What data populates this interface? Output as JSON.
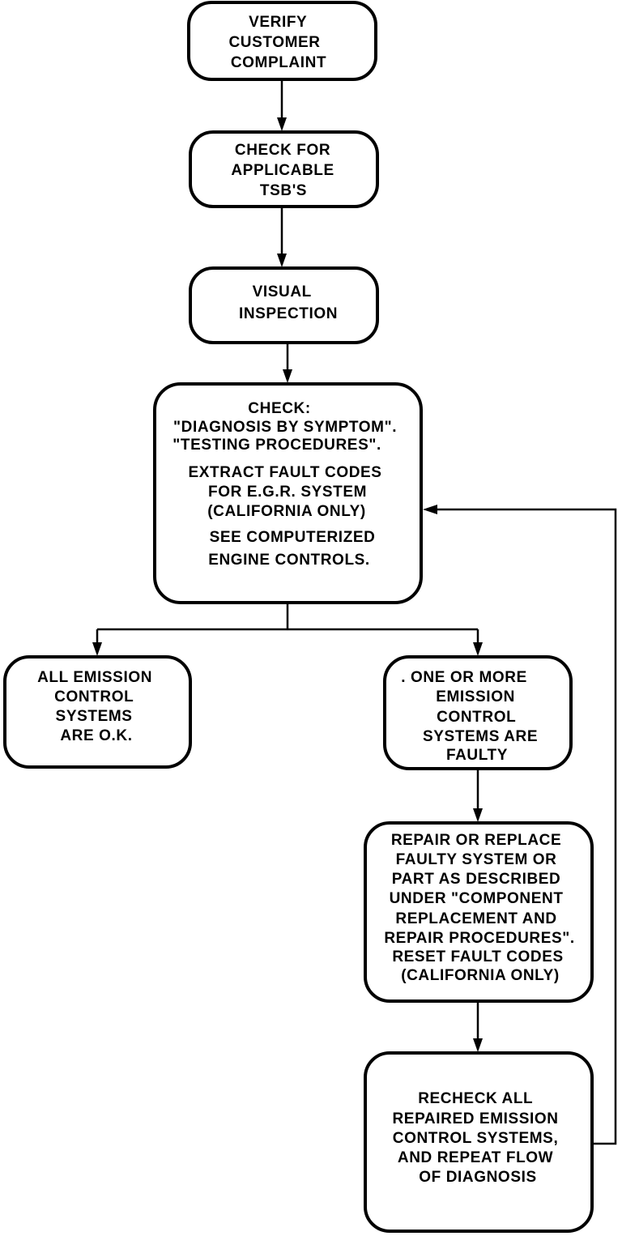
{
  "nodes": {
    "verify_complaint": [
      "VERIFY",
      "CUSTOMER",
      "COMPLAINT"
    ],
    "check_tsbs": [
      "CHECK  FOR",
      "APPLICABLE",
      "TSB'S"
    ],
    "visual_inspection": [
      "VISUAL",
      "INSPECTION"
    ],
    "check_procedures": [
      "CHECK:",
      "\"DIAGNOSIS  BY  SYMPTOM\".",
      "\"TESTING  PROCEDURES\".",
      "EXTRACT  FAULT  CODES",
      "FOR  E.G.R.  SYSTEM",
      "(CALIFORNIA  ONLY)",
      "SEE  COMPUTERIZED",
      "ENGINE  CONTROLS."
    ],
    "systems_ok": [
      "ALL  EMISSION",
      "CONTROL",
      "SYSTEMS",
      "ARE  O.K."
    ],
    "systems_faulty": [
      ".  ONE  OR  MORE",
      "EMISSION",
      "CONTROL",
      "SYSTEMS  ARE",
      "FAULTY"
    ],
    "repair_replace": [
      "REPAIR  OR  REPLACE",
      "FAULTY  SYSTEM  OR",
      "PART  AS  DESCRIBED",
      "UNDER  \"COMPONENT",
      "REPLACEMENT  AND",
      "REPAIR  PROCEDURES\".",
      "RESET  FAULT  CODES",
      "(CALIFORNIA  ONLY)"
    ],
    "recheck": [
      "RECHECK  ALL",
      "REPAIRED  EMISSION",
      "CONTROL  SYSTEMS,",
      "AND  REPEAT  FLOW",
      "OF  DIAGNOSIS"
    ]
  },
  "edges": [
    [
      "verify_complaint",
      "check_tsbs"
    ],
    [
      "check_tsbs",
      "visual_inspection"
    ],
    [
      "visual_inspection",
      "check_procedures"
    ],
    [
      "check_procedures",
      "systems_ok"
    ],
    [
      "check_procedures",
      "systems_faulty"
    ],
    [
      "systems_faulty",
      "repair_replace"
    ],
    [
      "repair_replace",
      "recheck"
    ],
    [
      "recheck",
      "check_procedures"
    ]
  ]
}
